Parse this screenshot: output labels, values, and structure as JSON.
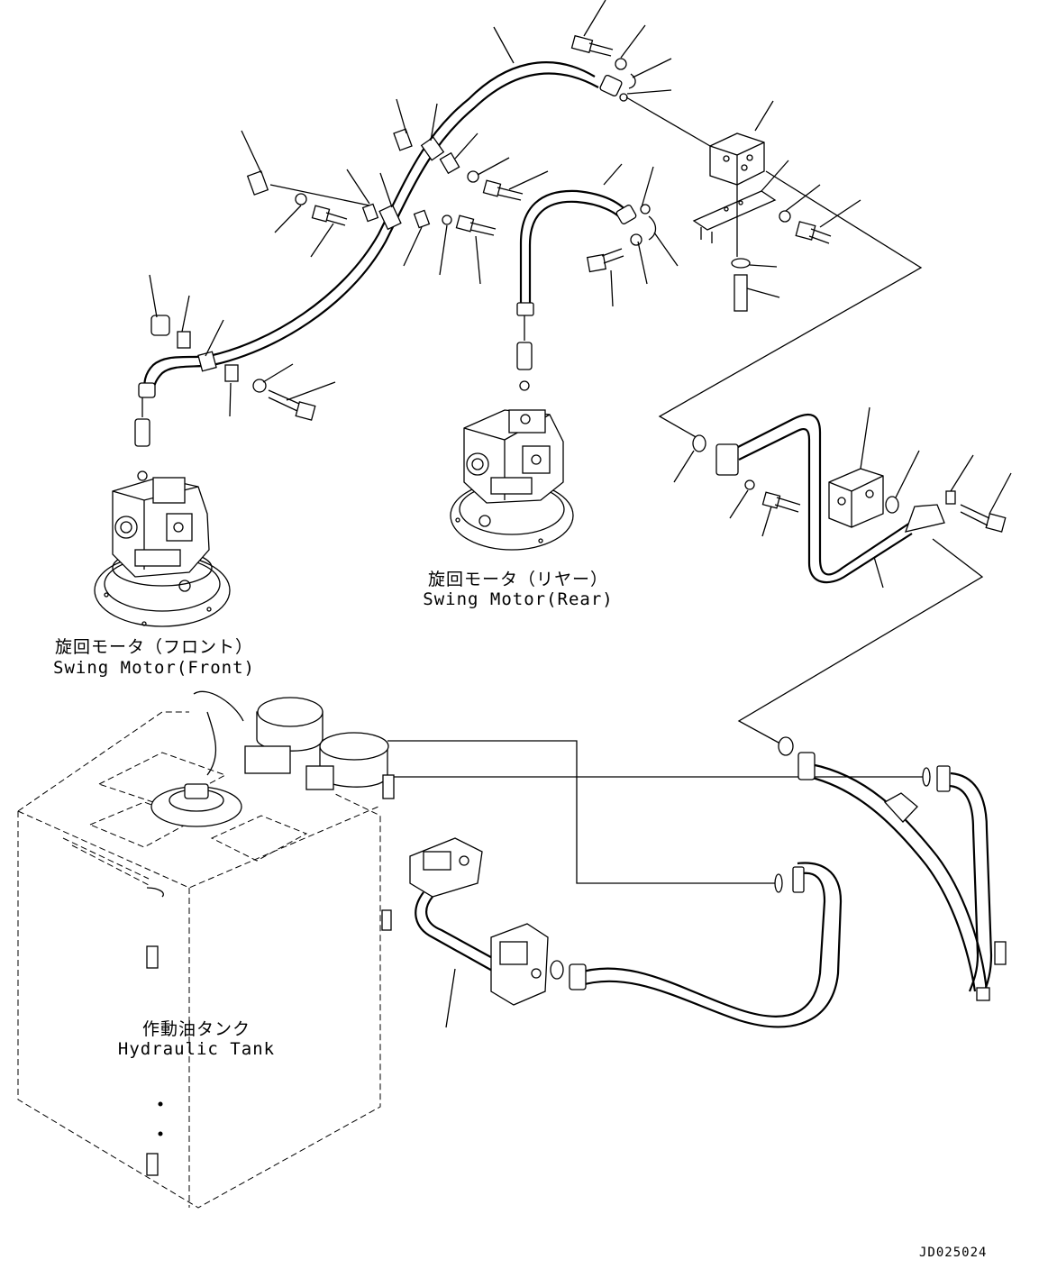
{
  "labels": {
    "front_jp": "旋回モータ（フロント）",
    "front_en": "Swing Motor(Front)",
    "rear_jp": "旋回モータ（リヤー）",
    "rear_en": "Swing Motor(Rear)",
    "tank_jp": "作動油タンク",
    "tank_en": "Hydraulic Tank"
  },
  "drawing_code": "JD025024"
}
